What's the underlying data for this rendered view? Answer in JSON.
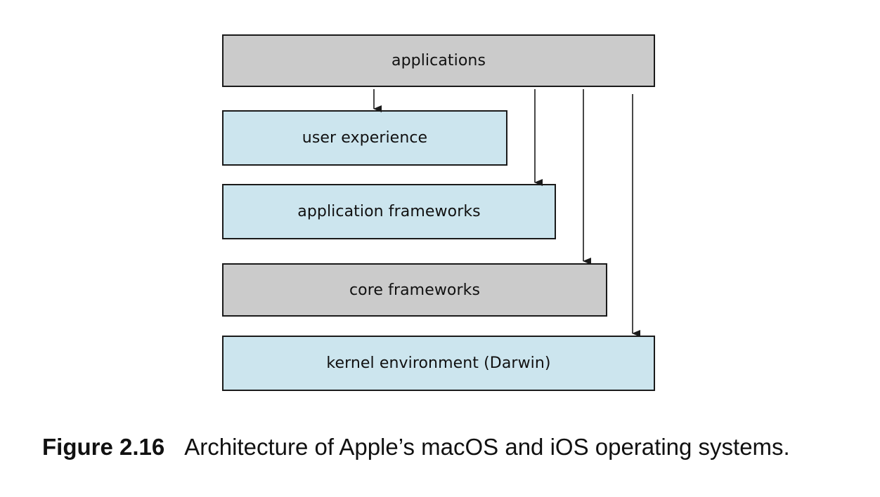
{
  "diagram": {
    "layers": {
      "applications": "applications",
      "user_experience": "user experience",
      "application_frameworks": "application frameworks",
      "core_frameworks": "core frameworks",
      "kernel_environment": "kernel environment (Darwin)"
    },
    "colors": {
      "gray_layer": "#cbcbcb",
      "blue_layer": "#cce5ee",
      "border": "#1a1a1a"
    },
    "arrows": [
      {
        "from": "applications",
        "to": "user experience"
      },
      {
        "from": "applications",
        "to": "application frameworks"
      },
      {
        "from": "applications",
        "to": "core frameworks"
      },
      {
        "from": "applications",
        "to": "kernel environment (Darwin)"
      }
    ]
  },
  "caption": {
    "label": "Figure 2.16",
    "text": "Architecture of Apple’s macOS and iOS operating systems."
  }
}
